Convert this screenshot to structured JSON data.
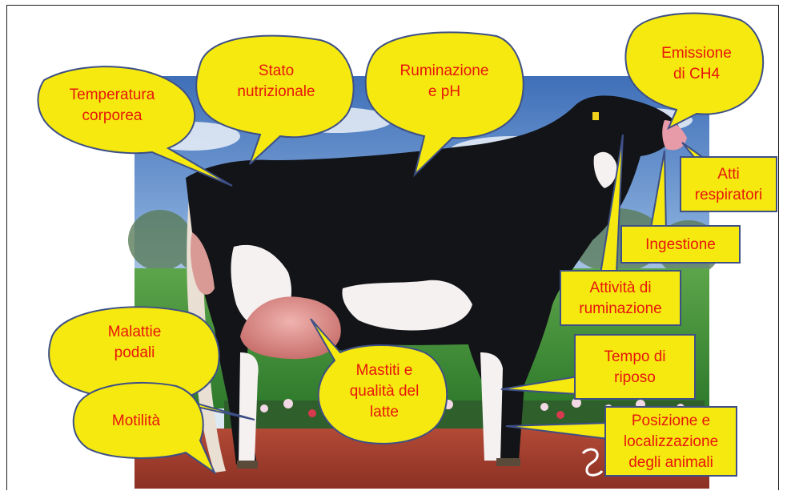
{
  "colors": {
    "label_text": "#e8160c",
    "bubble_fill": "#f5e90f",
    "bubble_stroke": "#3d4f86",
    "cow_black": "#121417",
    "cow_white": "#f6f1f1",
    "udder_pink": "#d98e8e",
    "sky_top": "#3f6fb8",
    "grass": "#3c8a37",
    "ground": "#9e3a2c"
  },
  "icons": {
    "cow": "holstein-cow-illustration",
    "signature": "artist-signature-mark"
  },
  "labels": {
    "temperatura": [
      "Temperatura",
      "corporea"
    ],
    "stato": [
      "Stato",
      "nutrizionale"
    ],
    "ruminazione_ph": [
      "Ruminazione",
      "e pH"
    ],
    "emissione": [
      "Emissione",
      "di CH4"
    ],
    "atti": [
      "Atti",
      "respiratori"
    ],
    "ingestione": [
      "Ingestione"
    ],
    "attivita": [
      "Attività di",
      "ruminazione"
    ],
    "malattie": [
      "Malattie",
      "podali"
    ],
    "mastiti": [
      "Mastiti e",
      "qualità del",
      "latte"
    ],
    "tempo": [
      "Tempo di",
      "riposo"
    ],
    "motilita": [
      "Motilità"
    ],
    "posizione": [
      "Posizione e",
      "localizzazione",
      "degli animali"
    ]
  }
}
